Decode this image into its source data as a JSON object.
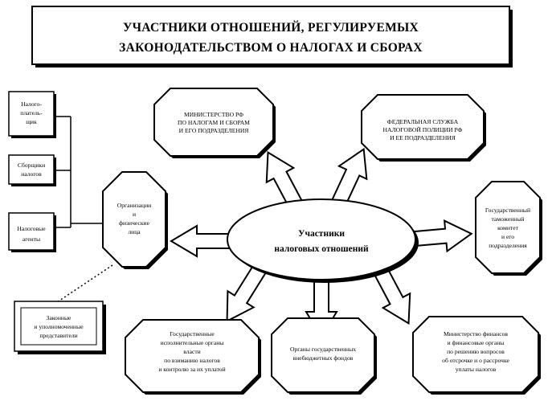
{
  "title": {
    "line1": "УЧАСТНИКИ ОТНОШЕНИЙ, РЕГУЛИРУЕМЫХ",
    "line2": "ЗАКОНОДАТЕЛЬСТВОМ О НАЛОГАХ И СБОРАХ"
  },
  "center": {
    "line1": "Участники",
    "line2": "налоговых отношений"
  },
  "left_boxes": [
    {
      "lines": [
        "Налого-",
        "платель-",
        "щик"
      ]
    },
    {
      "lines": [
        "Сборщики",
        "налогов"
      ]
    },
    {
      "lines": [
        "Налоговые",
        "агенты"
      ]
    }
  ],
  "representatives": {
    "lines": [
      "Законные",
      "и уполномоченные",
      "представители"
    ]
  },
  "nodes": {
    "ministry_taxes": [
      "МИНИСТЕРСТВО РФ",
      "ПО НАЛОГАМ И СБОРАМ",
      "И ЕГО ПОДРАЗДЕЛЕНИЯ"
    ],
    "tax_police": [
      "ФЕДЕРАЛЬНАЯ СЛУЖБА",
      "НАЛОГОВОЙ ПОЛИЦИИ РФ",
      "И ЕЕ ПОДРАЗДЕЛЕНИЯ"
    ],
    "customs": [
      "Государственный",
      "таможенный",
      "комитет",
      "и его",
      "подразделения"
    ],
    "organizations": [
      "Организации",
      "и",
      "физические",
      "лица"
    ],
    "executive": [
      "Государственные",
      "исполнительные органы",
      "власти",
      "по взиманию налогов",
      "и контролю за их уплатой"
    ],
    "extrabudget": [
      "Органы государственных",
      "внебюджетных фондов"
    ],
    "finance": [
      "Министерство финансов",
      "и финансовые органы",
      "по решению вопросов",
      "об отсрочке и о рассрочке",
      "уплаты налогов"
    ]
  }
}
